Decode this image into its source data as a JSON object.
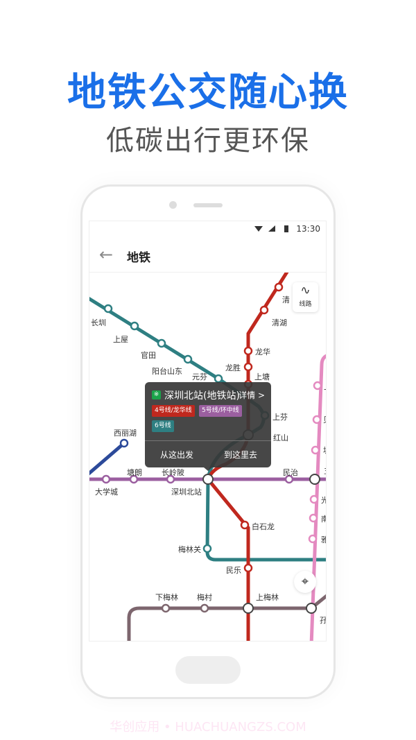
{
  "promo": {
    "headline": "地铁公交随心换",
    "subheadline": "低碳出行更环保",
    "watermark": "华创应用 • HUACHUANGZS.COM"
  },
  "status_bar": {
    "time": "13:30",
    "icons": [
      "wifi-icon",
      "signal-icon",
      "battery-icon"
    ]
  },
  "header": {
    "title": "地铁",
    "back_icon": "arrow-left-icon"
  },
  "map": {
    "route_button": "线路",
    "lines": {
      "line4": "#c0281e",
      "line5": "#9b5fa0",
      "line6": "#2e7f82",
      "blue": "#2c4a9a",
      "pink": "#e48ac0",
      "brown": "#7d666e"
    },
    "stations": [
      "长圳",
      "上屋",
      "官田",
      "阳台山东",
      "元芬",
      "清",
      "清湖",
      "龙华",
      "龙胜",
      "上塘",
      "上芬",
      "红山",
      "西丽湖",
      "塘朗",
      "长岭陂",
      "民治",
      "大学城",
      "深圳北站",
      "白石龙",
      "梅林关",
      "民乐",
      "下梅林",
      "梅村",
      "上梅林",
      "孖",
      "上",
      "贝",
      "坂",
      "五",
      "光",
      "南",
      "雅"
    ]
  },
  "popup": {
    "station": "深圳北站(地铁站)",
    "detail": "详情 >",
    "tags": [
      {
        "label": "4号线/龙华线",
        "color": "#c0281e"
      },
      {
        "label": "5号线/环中线",
        "color": "#9b5fa0"
      },
      {
        "label": "6号线",
        "color": "#2e7f82"
      }
    ],
    "depart": "从这出发",
    "arrive": "到这里去"
  }
}
